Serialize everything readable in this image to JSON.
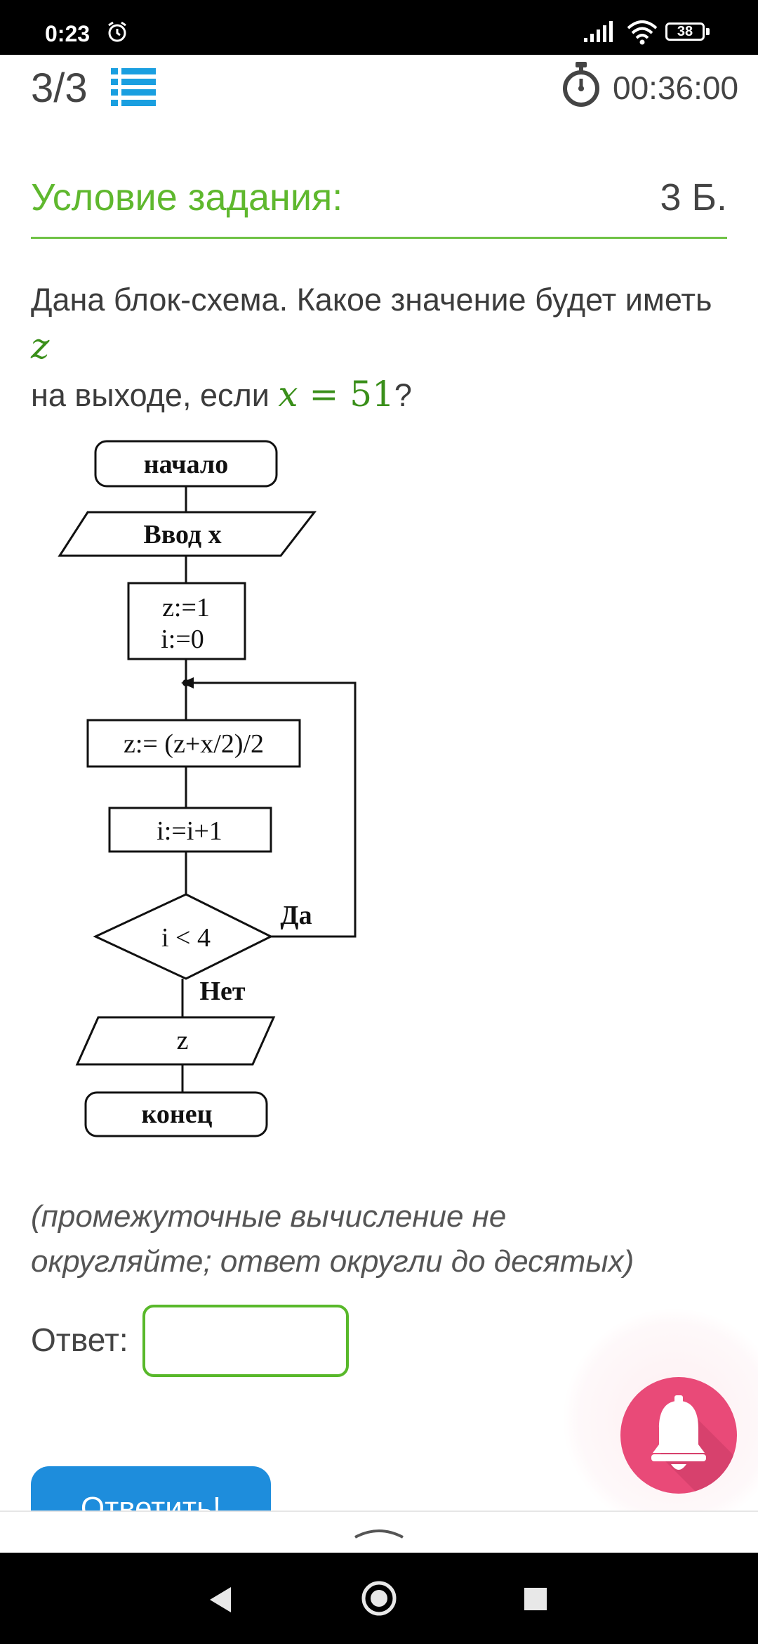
{
  "status_bar": {
    "time": "0:23",
    "battery": "38"
  },
  "header": {
    "question_counter": "3/3",
    "timer": "00:36:00"
  },
  "condition": {
    "title": "Условие задания:",
    "points": "3 Б."
  },
  "question": {
    "text_before": "Дана блок-схема. Какое значение будет иметь ",
    "var_z": "z",
    "text_middle": " на выходе, если ",
    "var_x": "x",
    "equals": " = ",
    "value": "51",
    "text_after": "?"
  },
  "flowchart": {
    "start": "начало",
    "input": "Ввод  x",
    "init_line1": "z:=1",
    "init_line2": "i:=0",
    "formula": "z:= (z+x/2)/2",
    "increment": "i:=i+1",
    "condition": "i < 4",
    "yes_label": "Да",
    "no_label": "Нет",
    "output": "z",
    "end": "конец"
  },
  "note": "(промежуточные вычисление не округляйте; ответ округли до десятых)",
  "answer": {
    "label": "Ответ:",
    "value": "",
    "placeholder": ""
  },
  "submit_label": "Ответить!",
  "colors": {
    "accent_green": "#5fb82e",
    "button_blue": "#1e8ddc",
    "bell_pink": "#e94a78"
  }
}
